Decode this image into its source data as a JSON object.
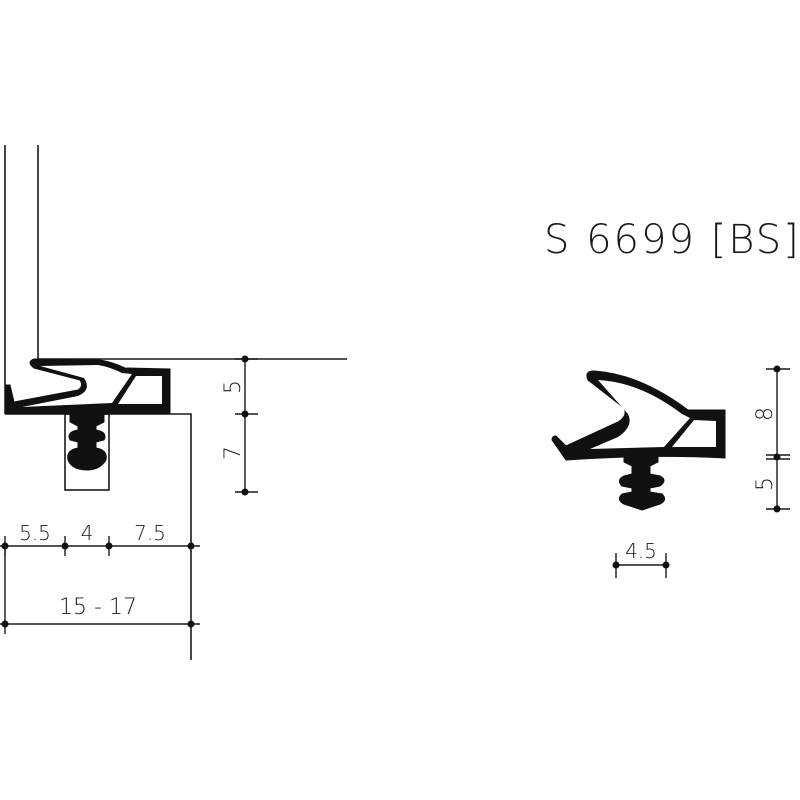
{
  "title": "S 6699 [BS]",
  "left_drawing": {
    "dim_vertical": [
      "5",
      "7"
    ],
    "dim_horizontal_top": [
      "5.5",
      "4",
      "7.5"
    ],
    "dim_horizontal_bottom": "15 - 17"
  },
  "right_drawing": {
    "dim_vertical": [
      "8",
      "5"
    ],
    "dim_horizontal": "4.5"
  }
}
